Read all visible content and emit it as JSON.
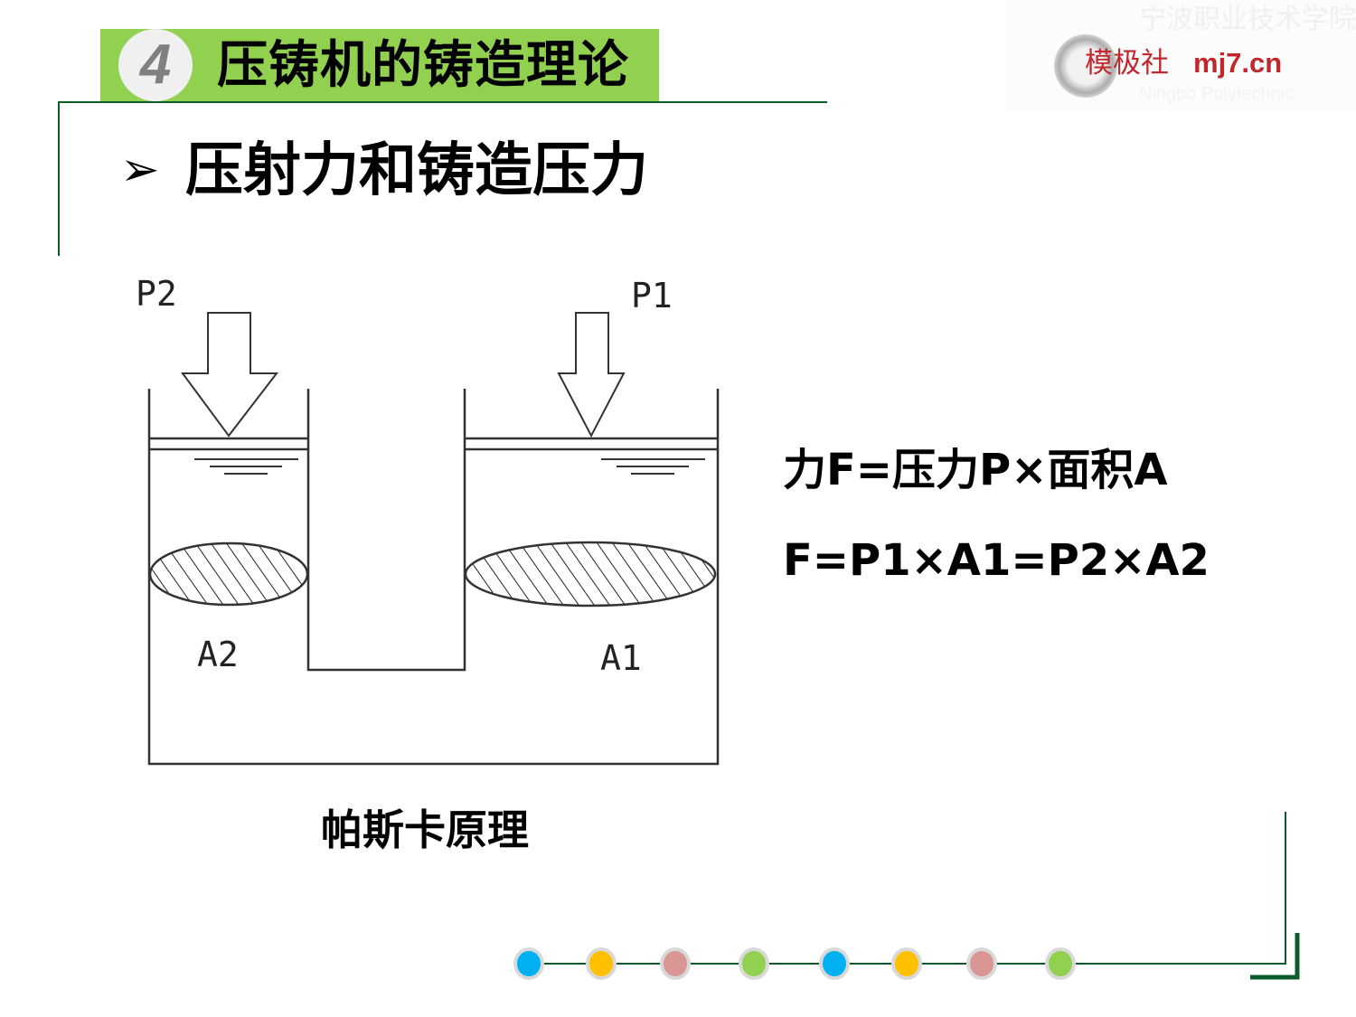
{
  "header": {
    "number": "4",
    "title": "压铸机的铸造理论"
  },
  "logo": {
    "brand": "模极社",
    "url": "mj7.cn",
    "watermark_cn": "宁波职业技术学院",
    "watermark_en": "Ningbo Polytechnic"
  },
  "section": {
    "bullet": "➢",
    "title": "压射力和铸造压力"
  },
  "diagram": {
    "labels": {
      "p2": "P2",
      "p1": "P1",
      "a2": "A2",
      "a1": "A1"
    },
    "caption": "帕斯卡原理"
  },
  "formulas": [
    "力F=压力P×面积A",
    "F=P1×A1=P2×A2"
  ],
  "decoration": {
    "dot_colors": [
      "#00b0f0",
      "#ffc000",
      "#d99694",
      "#92d050",
      "#00b0f0",
      "#ffc000",
      "#d99694",
      "#92d050"
    ],
    "accent": "#0b5a2a",
    "band": "#92d050"
  }
}
